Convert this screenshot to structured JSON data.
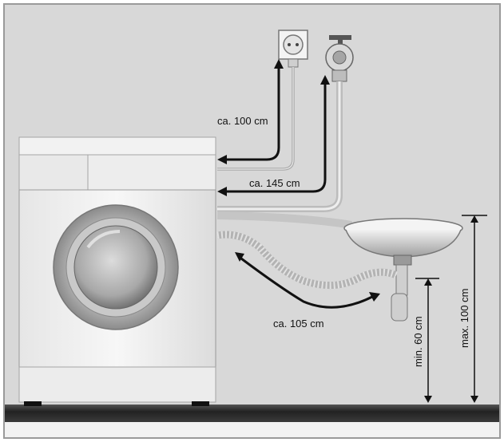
{
  "labels": {
    "power_cable": "ca. 100 cm",
    "inlet_hose": "ca. 145 cm",
    "drain_hose": "ca. 105 cm",
    "min_height": "min. 60 cm",
    "max_height": "max. 100 cm"
  },
  "colors": {
    "background": "#d8d8d8",
    "frame": "#9a9a9a",
    "floor": "#2b2b2b",
    "arrow": "#111111",
    "machine_body": "#efefef"
  }
}
